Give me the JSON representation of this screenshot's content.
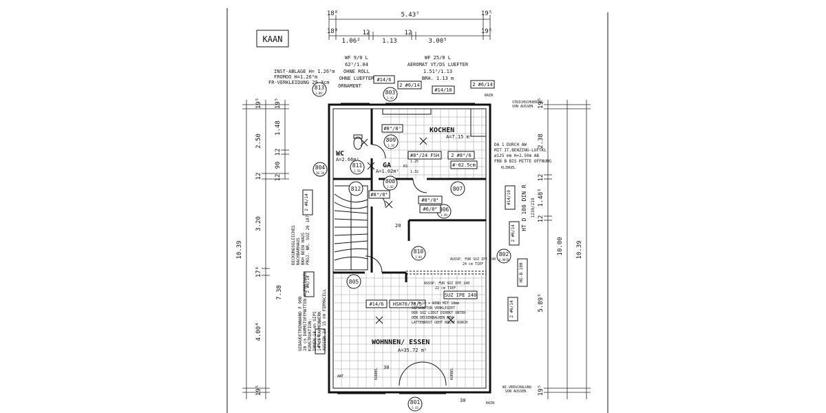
{
  "title_stamp": "KAAN",
  "dims_top": {
    "overall": "5.43⁷",
    "left_edge": "18⁸",
    "right_edge": "19⁵",
    "left_edge_2": "18⁸",
    "right_edge_2": "19⁵",
    "seg1": "1.06²",
    "seg2": "12",
    "seg3": "1.13",
    "seg4": "12",
    "seg5": "3.00⁵"
  },
  "dims_left_outer": "10.39",
  "dims_left_inner": [
    "19⁵",
    "2.50",
    "12",
    "3.20",
    "17⁶",
    "7.38",
    "4.00⁴",
    "19⁵"
  ],
  "dims_left_col": [
    "19⁵",
    "1.48",
    "12",
    "90",
    "12"
  ],
  "dims_right_inner": [
    "19⁵",
    "2.38",
    "12",
    "1.48⁵",
    "12",
    "10.00",
    "5.89⁵",
    "19⁵"
  ],
  "dims_right_outer": "10.39",
  "windows": {
    "wc": {
      "name": "WF 9/0 L",
      "sub1": "62⁵/1.04",
      "sub2": "OHNE ROLL",
      "sub3": "OHNE LUEFTER",
      "sub4": "ORNAMENT"
    },
    "kitchen": {
      "name": "WF 25/0 L",
      "sub1": "AEROMAT VT/DS LUEFTER",
      "sub2": "1.51⁵/1.13",
      "sub3": "BRH. 1.13 m"
    }
  },
  "notes": {
    "inst": [
      "INST-ABLAGE H= 1.26⁵m",
      "FROMOO H=1.26⁵m",
      "FR-VERKLEIDUNG 29.3cm"
    ],
    "duct": [
      "DA 1 DURCH AW",
      "MIT IT.BENZING-LUFTKL",
      "ø125 mm H=2.50m AB",
      "FRB B BIS MITTE OFFNUNG"
    ],
    "klingel": "KLINGEL",
    "ht": "HT D 100 DIN R",
    "ht2": "1239/219",
    "steel": [
      "L= 3.10 + WIND MIT 18mm",
      "GIPSKARTON VERKLEIDET",
      "DER SUZ LIEGT DIREKT UNTER",
      "DEN DECKENBALKEN DER",
      "LATTENROST GEHT NICHT DURCH"
    ],
    "aussp1": "AUSSP. FUR SUZ IPE 240",
    "aussp1b": "24 cm TIEF",
    "aussp2": "AUSSP. FUR SUZ IPE 240",
    "aussp2b": "22 cm TIEF",
    "wall_left": [
      "GEBAUDETRENNWAND F 90B",
      "20 cm DAMMSTOFFMATTEN AUFBRINGEN",
      "KONSTRUKTION:",
      "INNEN 18 mm GIPS",
      "14 cm RAHMENWERK",
      "AUSSEN 2x 15 mm FERMACELL"
    ],
    "deck": [
      "DECKUNGSGLEICHES",
      "NACHBARHAUS",
      "BKH BEEN HAUS",
      "PROJ. NR. SOZ 26 107"
    ],
    "strich_top": [
      "STRICHSCHUERUNG",
      "VON AUSSEN"
    ],
    "strich_bot": [
      "WI.VERSCHALUNG",
      "VON AUSSEN"
    ],
    "rain": "RAIN"
  },
  "rooms": [
    {
      "id": "wc",
      "name": "WC",
      "area": "A=2.66m²"
    },
    {
      "id": "ga",
      "name": "GA",
      "area": "A=1.02m²"
    },
    {
      "id": "kochen",
      "name": "KOCHEN",
      "area": "A=7.15 m²"
    },
    {
      "id": "wohnen",
      "name": "WOHNNEN/ ESSEN",
      "area": "A=35.72 m²"
    }
  ],
  "tags": [
    "813",
    "803",
    "804",
    "809",
    "811",
    "808",
    "812",
    "807",
    "806",
    "810",
    "805",
    "802",
    "801"
  ],
  "tag_subs": {
    "813": "1.06³",
    "803": "2.43",
    "804": "10.39",
    "809": "1.19",
    "811": "2.50",
    "808": "1.02",
    "812": "",
    "807": "",
    "806": "1.99",
    "810": "1.84",
    "805": "",
    "802": "4.9878",
    "801": "5.43"
  },
  "labels": {
    "l1": "#14/6",
    "l2": "2 #6/14",
    "l3": "#14/10",
    "l4": "2 #6/14",
    "l5": "#8⁴/8³",
    "l6": "#8⁴/24 FSH",
    "l7": "2 #8⁴/6",
    "l8": "#-62.5cm",
    "l9": "#8⁴/8⁴",
    "l10": "#6/8⁴",
    "l11": "#14/10",
    "l12": "2 #6/14",
    "l13": "#14/6",
    "l14": "HSH70/70/5",
    "l15": "SUZ IPE 240",
    "l16": "HE-B 100",
    "l17": "2 #6/14",
    "l18": "2 #6/14",
    "l19": "2 #6/14",
    "l20": "#6/14"
  },
  "misc": [
    "30",
    "30",
    "20",
    "AWT",
    "KURBEL",
    "KURBEL",
    "1.25",
    "1.32",
    "KS"
  ]
}
